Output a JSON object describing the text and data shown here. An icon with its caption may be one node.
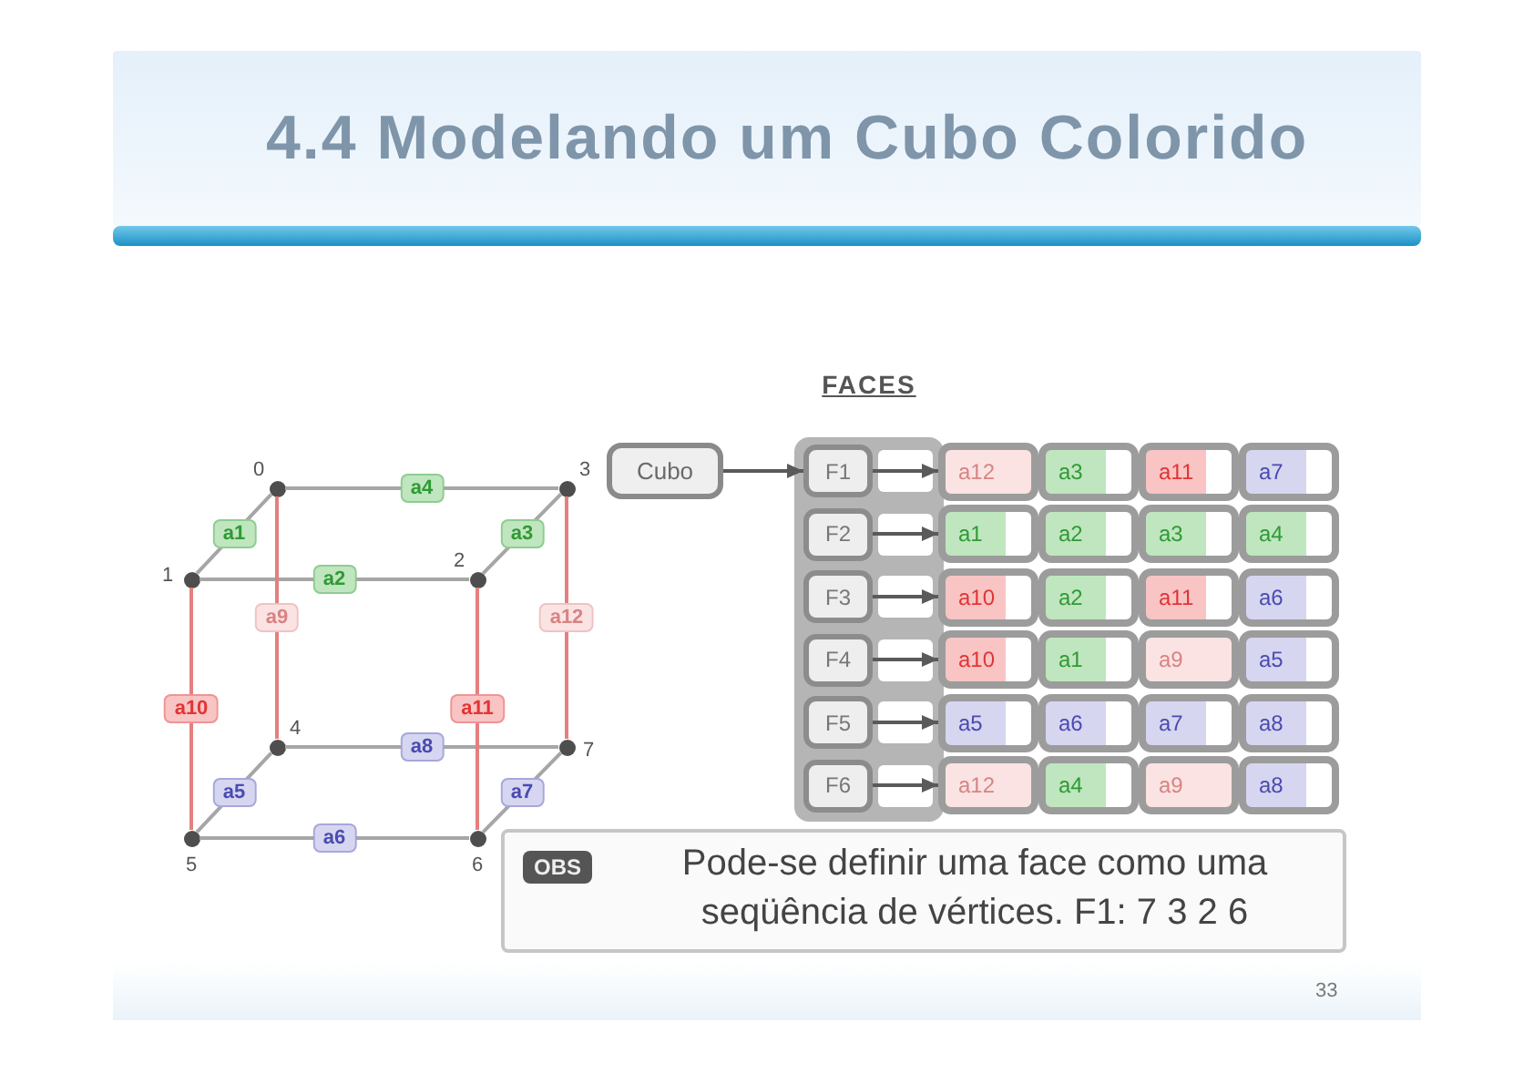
{
  "diagram": {
    "title": "4.4 Modelando um Cubo Colorido",
    "nodes": [
      {
        "text": [],
        "shape": "circle",
        "beside": [
          "0"
        ]
      },
      {
        "text": [],
        "shape": "circle",
        "beside": [
          "3"
        ]
      },
      {
        "text": [],
        "shape": "circle",
        "beside": [
          "1"
        ]
      },
      {
        "text": [],
        "shape": "circle",
        "beside": [
          "2"
        ]
      },
      {
        "text": [],
        "shape": "circle",
        "beside": [
          "4"
        ]
      },
      {
        "text": [],
        "shape": "circle",
        "beside": [
          "7"
        ]
      },
      {
        "text": [],
        "shape": "circle",
        "beside": [
          "5"
        ]
      },
      {
        "text": [],
        "shape": "circle",
        "beside": [
          "6"
        ]
      },
      {
        "text": [
          "FACES"
        ]
      },
      {
        "text": [
          "Cubo"
        ]
      },
      {
        "text": [
          "F1"
        ],
        "in": 8
      },
      {
        "text": [
          "F2"
        ],
        "in": 8
      },
      {
        "text": [
          "F3"
        ],
        "in": 8
      },
      {
        "text": [
          "F4"
        ],
        "in": 8
      },
      {
        "text": [
          "F5"
        ],
        "in": 8
      },
      {
        "text": [
          "F6"
        ],
        "in": 8
      },
      {
        "text": [
          "a12"
        ]
      },
      {
        "text": [
          "a3"
        ]
      },
      {
        "text": [
          "a11"
        ]
      },
      {
        "text": [
          "a7"
        ]
      },
      {
        "text": [
          "a1"
        ]
      },
      {
        "text": [
          "a2"
        ]
      },
      {
        "text": [
          "a3"
        ]
      },
      {
        "text": [
          "a4"
        ]
      },
      {
        "text": [
          "a10"
        ]
      },
      {
        "text": [
          "a2"
        ]
      },
      {
        "text": [
          "a11"
        ]
      },
      {
        "text": [
          "a6"
        ]
      },
      {
        "text": [
          "a10"
        ]
      },
      {
        "text": [
          "a1"
        ]
      },
      {
        "text": [
          "a9"
        ]
      },
      {
        "text": [
          "a5"
        ]
      },
      {
        "text": [
          "a5"
        ]
      },
      {
        "text": [
          "a6"
        ]
      },
      {
        "text": [
          "a7"
        ]
      },
      {
        "text": [
          "a8"
        ]
      },
      {
        "text": [
          "a12"
        ]
      },
      {
        "text": [
          "a4"
        ]
      },
      {
        "text": [
          "a9"
        ]
      },
      {
        "text": [
          "a8"
        ]
      },
      {
        "text": [
          "OBS",
          "Pode-se definir uma face como uma seqüência de vértices. F1: 7 3 2 6"
        ]
      }
    ],
    "edges": [
      {
        "from": 0,
        "to": 2,
        "arrow": "none",
        "label": "a1"
      },
      {
        "from": 2,
        "to": 3,
        "arrow": "none",
        "label": "a2"
      },
      {
        "from": 3,
        "to": 1,
        "arrow": "none",
        "label": "a3"
      },
      {
        "from": 1,
        "to": 0,
        "arrow": "none",
        "label": "a4"
      },
      {
        "from": 4,
        "to": 6,
        "arrow": "none",
        "label": "a5"
      },
      {
        "from": 6,
        "to": 7,
        "arrow": "none",
        "label": "a6"
      },
      {
        "from": 7,
        "to": 5,
        "arrow": "none",
        "label": "a7"
      },
      {
        "from": 5,
        "to": 4,
        "arrow": "none",
        "label": "a8"
      },
      {
        "from": 0,
        "to": 4,
        "arrow": "none",
        "label": "a9",
        "color": "#e58080"
      },
      {
        "from": 2,
        "to": 6,
        "arrow": "none",
        "label": "a10",
        "color": "#e58080"
      },
      {
        "from": 3,
        "to": 7,
        "arrow": "none",
        "label": "a11",
        "color": "#e58080"
      },
      {
        "from": 1,
        "to": 5,
        "arrow": "none",
        "label": "a12",
        "color": "#e58080"
      },
      {
        "from": 9,
        "to": 10,
        "arrow": "to",
        "color": "#5a5a5a"
      },
      {
        "from": 10,
        "to": 16,
        "arrow": "to",
        "color": "#5a5a5a"
      },
      {
        "from": 11,
        "to": 20,
        "arrow": "to",
        "color": "#5a5a5a"
      },
      {
        "from": 12,
        "to": 24,
        "arrow": "to",
        "color": "#5a5a5a"
      },
      {
        "from": 13,
        "to": 28,
        "arrow": "to",
        "color": "#5a5a5a"
      },
      {
        "from": 14,
        "to": 32,
        "arrow": "to",
        "color": "#5a5a5a"
      },
      {
        "from": 15,
        "to": 36,
        "arrow": "to",
        "color": "#5a5a5a"
      }
    ],
    "labels": [
      "33"
    ]
  }
}
